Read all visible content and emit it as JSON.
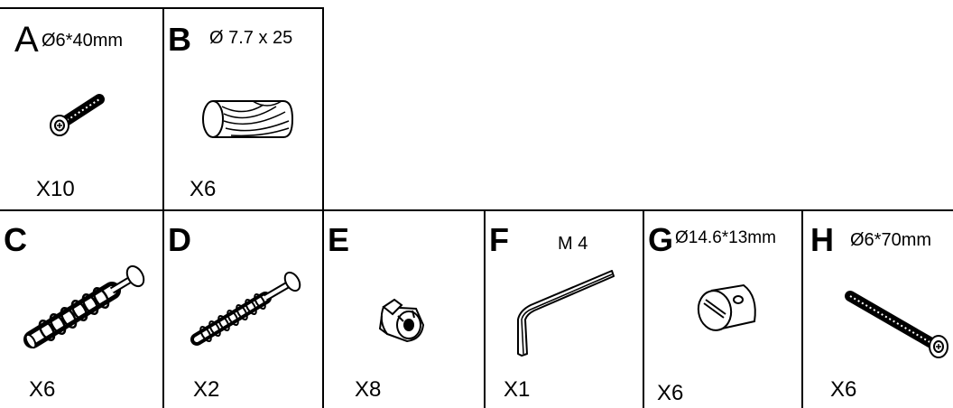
{
  "parts": [
    {
      "letter": "A",
      "spec": "Ø6*40mm",
      "qty": "X10",
      "icon": "short-bolt-icon"
    },
    {
      "letter": "B",
      "spec": "Ø 7.7 x 25",
      "qty": "X6",
      "icon": "wood-dowel-icon"
    },
    {
      "letter": "C",
      "spec": "",
      "qty": "X6",
      "icon": "long-cam-bolt-icon"
    },
    {
      "letter": "D",
      "spec": "",
      "qty": "X2",
      "icon": "short-cam-bolt-icon"
    },
    {
      "letter": "E",
      "spec": "",
      "qty": "X8",
      "icon": "cam-lock-icon"
    },
    {
      "letter": "F",
      "spec": "M 4",
      "qty": "X1",
      "icon": "allen-key-icon"
    },
    {
      "letter": "G",
      "spec": "Ø14.6*13mm",
      "qty": "X6",
      "icon": "barrel-nut-icon"
    },
    {
      "letter": "H",
      "spec": "Ø6*70mm",
      "qty": "X6",
      "icon": "long-bolt-icon"
    }
  ]
}
